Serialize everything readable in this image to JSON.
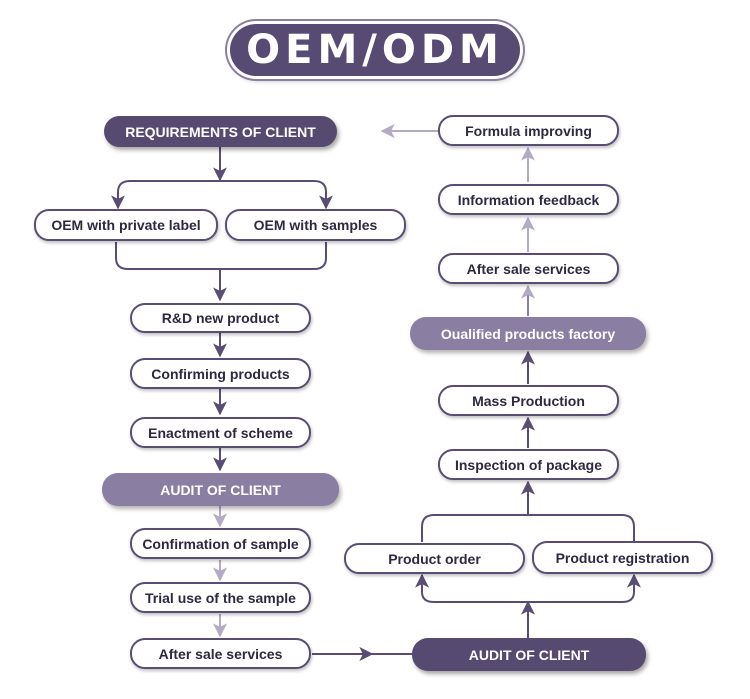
{
  "title": "OEM/ODM",
  "left_flow": {
    "requirements": "REQUIREMENTS OF CLIENT",
    "oem_private_label": "OEM with private label",
    "oem_samples": "OEM with samples",
    "rd_new_product": "R&D new product",
    "confirming_products": "Confirming products",
    "enactment_scheme": "Enactment of scheme",
    "audit_client": "AUDIT OF CLIENT",
    "confirmation_sample": "Confirmation of sample",
    "trial_sample": "Trial use of the sample",
    "after_sale": "After sale services"
  },
  "right_flow": {
    "audit_client": "AUDIT OF CLIENT",
    "product_order": "Product order",
    "product_registration": "Product registration",
    "inspection_package": "Inspection of package",
    "mass_production": "Mass Production",
    "qualified_factory": "Oualified products factory",
    "after_sale": "After sale services",
    "information_feedback": "Information feedback",
    "formula_improving": "Formula improving"
  },
  "colors": {
    "dark_purple": "#564a70",
    "light_purple": "#8a7ea2",
    "arrow_light": "#b3abc6",
    "arrow_dark": "#5a4d75"
  }
}
